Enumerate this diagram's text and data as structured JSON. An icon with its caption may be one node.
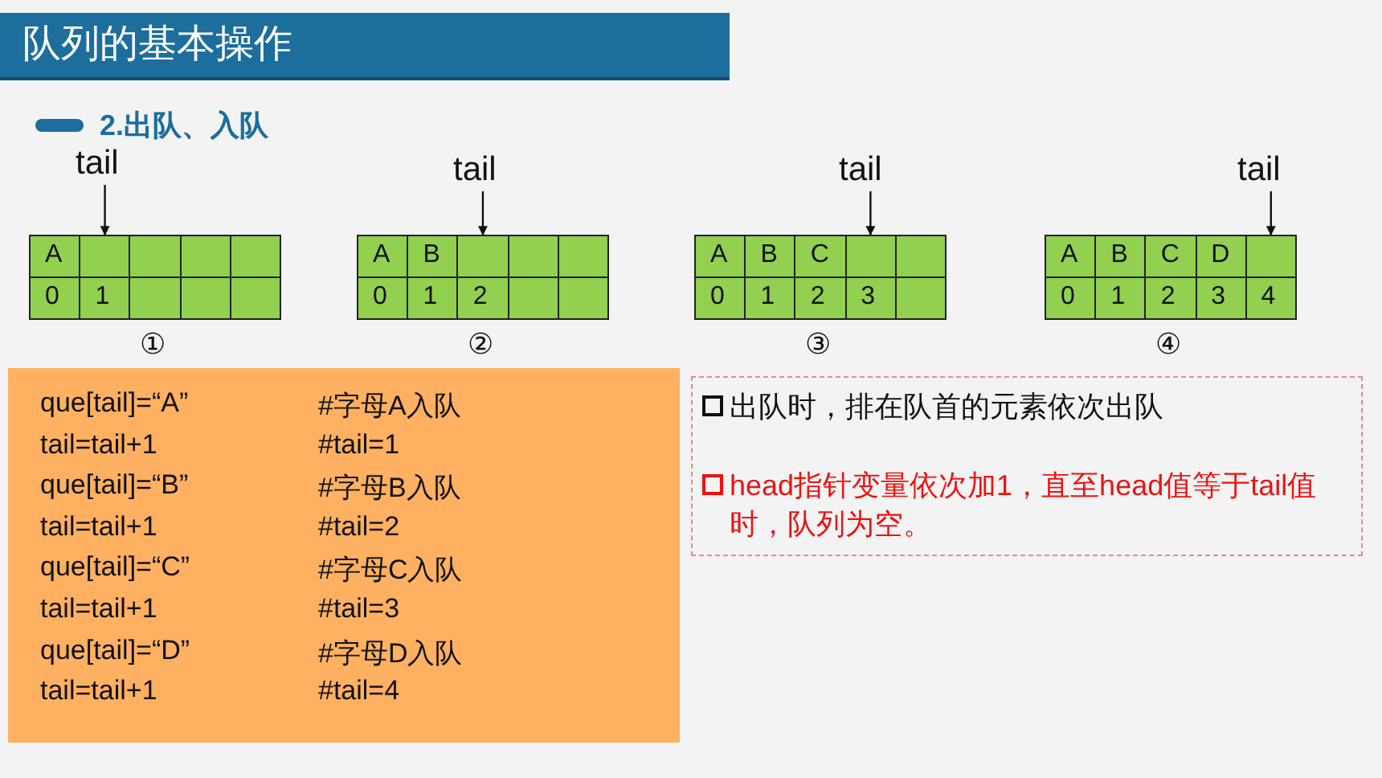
{
  "diagram": {
    "title": "队列的基本操作",
    "nodes": [
      {
        "text": [
          "tail"
        ]
      },
      {
        "text": [],
        "shape": "box",
        "beside": [
          "①"
        ]
      },
      {
        "text": [
          "A"
        ],
        "in": 1
      },
      {
        "text": [],
        "shape": "box",
        "in": 1
      },
      {
        "text": [],
        "shape": "box",
        "in": 1
      },
      {
        "text": [],
        "shape": "box",
        "in": 1
      },
      {
        "text": [],
        "shape": "box",
        "in": 1
      },
      {
        "text": [
          "0"
        ],
        "in": 1
      },
      {
        "text": [
          "1"
        ],
        "in": 1
      },
      {
        "text": [],
        "shape": "box",
        "in": 1
      },
      {
        "text": [],
        "shape": "box",
        "in": 1
      },
      {
        "text": [],
        "shape": "box",
        "in": 1
      },
      {
        "text": [
          "tail"
        ]
      },
      {
        "text": [],
        "shape": "box",
        "beside": [
          "②"
        ]
      },
      {
        "text": [
          "A"
        ],
        "in": 13
      },
      {
        "text": [
          "B"
        ],
        "in": 13
      },
      {
        "text": [],
        "shape": "box",
        "in": 13
      },
      {
        "text": [],
        "shape": "box",
        "in": 13
      },
      {
        "text": [],
        "shape": "box",
        "in": 13
      },
      {
        "text": [
          "0"
        ],
        "in": 13
      },
      {
        "text": [
          "1"
        ],
        "in": 13
      },
      {
        "text": [
          "2"
        ],
        "in": 13
      },
      {
        "text": [],
        "shape": "box",
        "in": 13
      },
      {
        "text": [],
        "shape": "box",
        "in": 13
      },
      {
        "text": [
          "tail"
        ]
      },
      {
        "text": [],
        "shape": "box",
        "beside": [
          "③"
        ]
      },
      {
        "text": [
          "A"
        ],
        "in": 25
      },
      {
        "text": [
          "B"
        ],
        "in": 25
      },
      {
        "text": [
          "C"
        ],
        "in": 25
      },
      {
        "text": [],
        "shape": "box",
        "in": 25
      },
      {
        "text": [],
        "shape": "box",
        "in": 25
      },
      {
        "text": [
          "0"
        ],
        "in": 25
      },
      {
        "text": [
          "1"
        ],
        "in": 25
      },
      {
        "text": [
          "2"
        ],
        "in": 25
      },
      {
        "text": [
          "3"
        ],
        "in": 25
      },
      {
        "text": [],
        "shape": "box",
        "in": 25
      },
      {
        "text": [
          "tail"
        ]
      },
      {
        "text": [],
        "shape": "box",
        "beside": [
          "④"
        ]
      },
      {
        "text": [
          "A"
        ],
        "in": 37
      },
      {
        "text": [
          "B"
        ],
        "in": 37
      },
      {
        "text": [
          "C"
        ],
        "in": 37
      },
      {
        "text": [
          "D"
        ],
        "in": 37
      },
      {
        "text": [],
        "shape": "box",
        "in": 37
      },
      {
        "text": [
          "0"
        ],
        "in": 37
      },
      {
        "text": [
          "1"
        ],
        "in": 37
      },
      {
        "text": [
          "2"
        ],
        "in": 37
      },
      {
        "text": [
          "3"
        ],
        "in": 37
      },
      {
        "text": [
          "4"
        ],
        "in": 37
      },
      {
        "text": [
          "que[tail]=“A”",
          "#字母A入队",
          "tail=tail+1",
          "#tail=1",
          "que[tail]=“B”",
          "#字母B入队",
          "tail=tail+1",
          "#tail=2",
          "que[tail]=“C”",
          "#字母C入队",
          "tail=tail+1",
          "#tail=3",
          "que[tail]=“D”",
          "#字母D入队",
          "tail=tail+1",
          "#tail=4"
        ]
      },
      {
        "text": [
          "出队时，排在队首的元素依次出队",
          "head指针变量依次加1，直至head值等于tail值时，队列为空。"
        ]
      }
    ],
    "edges": [
      {
        "from": 0,
        "to": 3,
        "arrow": "to"
      },
      {
        "from": 12,
        "to": 16,
        "arrow": "to"
      },
      {
        "from": 24,
        "to": 29,
        "arrow": "to"
      },
      {
        "from": 36,
        "to": 42,
        "arrow": "to"
      }
    ],
    "labels": [
      "2.出队、入队"
    ]
  }
}
